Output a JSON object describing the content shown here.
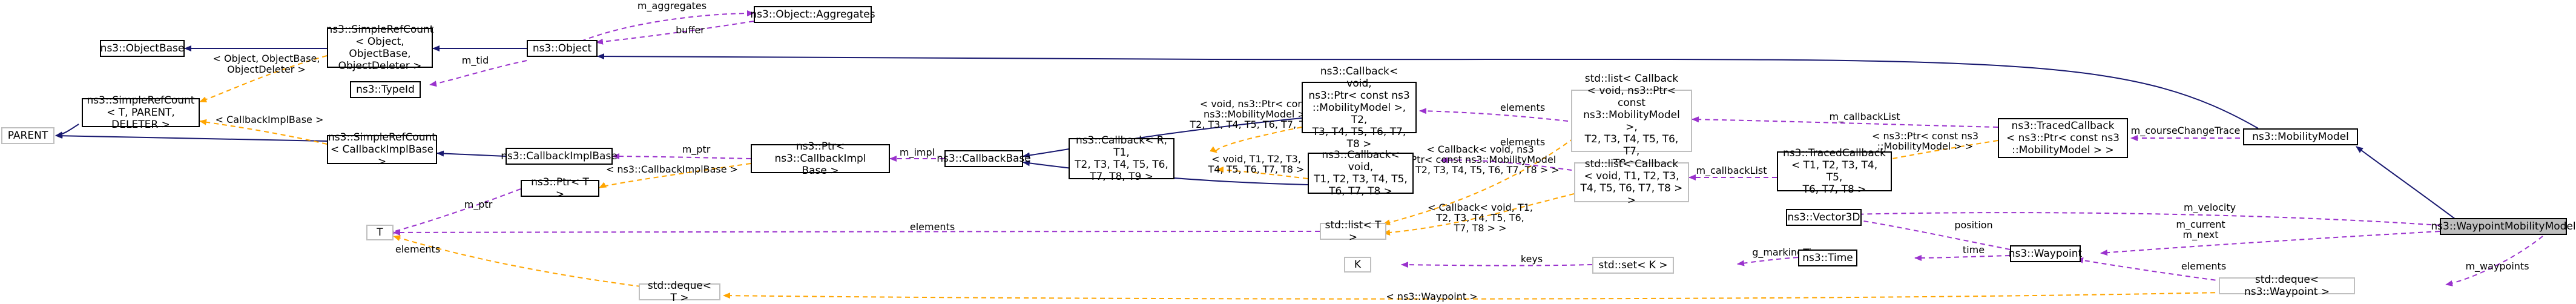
{
  "colors": {
    "inherit": "#191970",
    "usage": "#9a32cd",
    "template": "#ffa500",
    "node_border": "#000000",
    "grey_border": "#bfbfbf",
    "focus_fill": "#bfbfbf"
  },
  "nodes": {
    "objectbase": "ns3::ObjectBase",
    "simplerefcount_object": "ns3::SimpleRefCount\n< Object, ObjectBase,\nObjectDeleter >",
    "aggregates": "ns3::Object::Aggregates",
    "object": "ns3::Object",
    "typeid": "ns3::TypeId",
    "simplerefcount_t": "ns3::SimpleRefCount\n< T, PARENT, DELETER >",
    "parent": "PARENT",
    "simplerefcount_cb": "ns3::SimpleRefCount\n< CallbackImplBase >",
    "callbackimplbase": "ns3::CallbackImplBase",
    "ptr_cb": "ns3::Ptr< ns3::CallbackImpl\nBase >",
    "ptr_t": "ns3::Ptr< T >",
    "callbackbase": "ns3::CallbackBase",
    "callback_generic": "ns3::Callback< R, T1,\nT2, T3, T4, T5, T6,\nT7, T8, T9 >",
    "callback_mm": "ns3::Callback< void,\nns3::Ptr< const ns3\n::MobilityModel >, T2,\nT3, T4, T5, T6, T7, T8 >",
    "callback_void": "ns3::Callback< void,\nT1, T2, T3, T4, T5,\nT6, T7, T8 >",
    "stdlist_mm": "std::list< Callback\n< void, ns3::Ptr< const\nns3::MobilityModel >,\nT2, T3, T4, T5, T6, T7,\nT8 > >",
    "stdlist_void": "std::list< Callback\n< void, T1, T2, T3,\nT4, T5, T6, T7, T8 > >",
    "stdlist_t": "std::list< T >",
    "t": "T",
    "k": "K",
    "tracedcb_generic": "ns3::TracedCallback\n< T1, T2, T3, T4, T5,\nT6, T7, T8 >",
    "tracedcb_mm": "ns3::TracedCallback\n< ns3::Ptr< const ns3\n::MobilityModel > >",
    "mobilitymodel": "ns3::MobilityModel",
    "vector3d": "ns3::Vector3D",
    "waypointmm": "ns3::WaypointMobilityModel",
    "stdset": "std::set< K >",
    "time": "ns3::Time",
    "waypoint": "ns3::Waypoint",
    "stddeque_t": "std::deque< T >",
    "stddeque_wp": "std::deque< ns3::Waypoint >"
  },
  "edge_labels": {
    "m_aggregates": "m_aggregates",
    "buffer": "buffer",
    "m_tid": "m_tid",
    "t_obj_args": "< Object, ObjectBase,\nObjectDeleter >",
    "t_cbimplbase": "< CallbackImplBase >",
    "m_ptr_1": "m_ptr",
    "t_ns3_cbimplbase": "< ns3::CallbackImplBase >",
    "m_impl": "m_impl",
    "m_ptr_2": "m_ptr",
    "t_void_ptr_mm": "< void, ns3::Ptr< const\nns3::MobilityModel >,\nT2, T3, T4, T5, T6, T7, T8 >",
    "t_void_t1": "< void, T1, T2, T3,\nT4, T5, T6, T7, T8 >",
    "elements_1": "elements",
    "elements_2": "elements",
    "t_cb_void_ptr": "< Callback< void, ns3\n::Ptr< const ns3::MobilityModel\n>, T2, T3, T4, T5, T6, T7, T8 > >",
    "t_cb_void_t1": "< Callback< void, T1,\nT2, T3, T4, T5, T6,\nT7, T8 > >",
    "elements_3": "elements",
    "m_callbackList_1": "m_callbackList",
    "m_callbackList_2": "m_callbackList",
    "t_ptr_mm": "< ns3::Ptr< const ns3\n::MobilityModel > >",
    "m_courseChangeTrace": "m_courseChangeTrace",
    "m_velocity": "m_velocity",
    "position": "position",
    "m_current_next": "m_current\nm_next",
    "keys": "keys",
    "g_markingTimes": "g_markingTimes",
    "time": "time",
    "elements_4": "elements",
    "elements_5": "elements",
    "m_waypoints": "m_waypoints",
    "t_ns3_waypoint": "< ns3::Waypoint >"
  }
}
